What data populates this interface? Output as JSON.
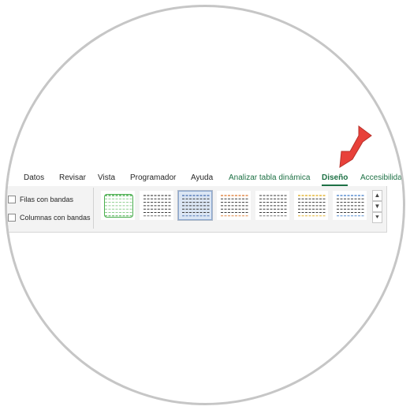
{
  "tabs": [
    {
      "label": "Datos"
    },
    {
      "label": "Revisar"
    },
    {
      "label": "Vista"
    },
    {
      "label": "Programador"
    },
    {
      "label": "Ayuda"
    },
    {
      "label": "Analizar tabla dinámica"
    },
    {
      "label": "Diseño"
    },
    {
      "label": "Accesibilidad"
    }
  ],
  "options": {
    "banded_rows": "Filas con bandas",
    "banded_columns": "Columnas con bandas"
  },
  "styles": [
    {
      "color": "#4caf50",
      "selected": false
    },
    {
      "color": "#6b6b6b",
      "selected": false
    },
    {
      "color": "#5b7fb8",
      "selected": true
    },
    {
      "color": "#e08a4c",
      "selected": false
    },
    {
      "color": "#7a7a7a",
      "selected": false
    },
    {
      "color": "#e3b53a",
      "selected": false
    },
    {
      "color": "#5b8fd0",
      "selected": false
    }
  ],
  "colors": {
    "accent_green": "#1e7145",
    "arrow_red": "#e8413a"
  },
  "icons": {
    "scroll_up": "▲",
    "scroll_down": "▼",
    "more": "⯆"
  }
}
